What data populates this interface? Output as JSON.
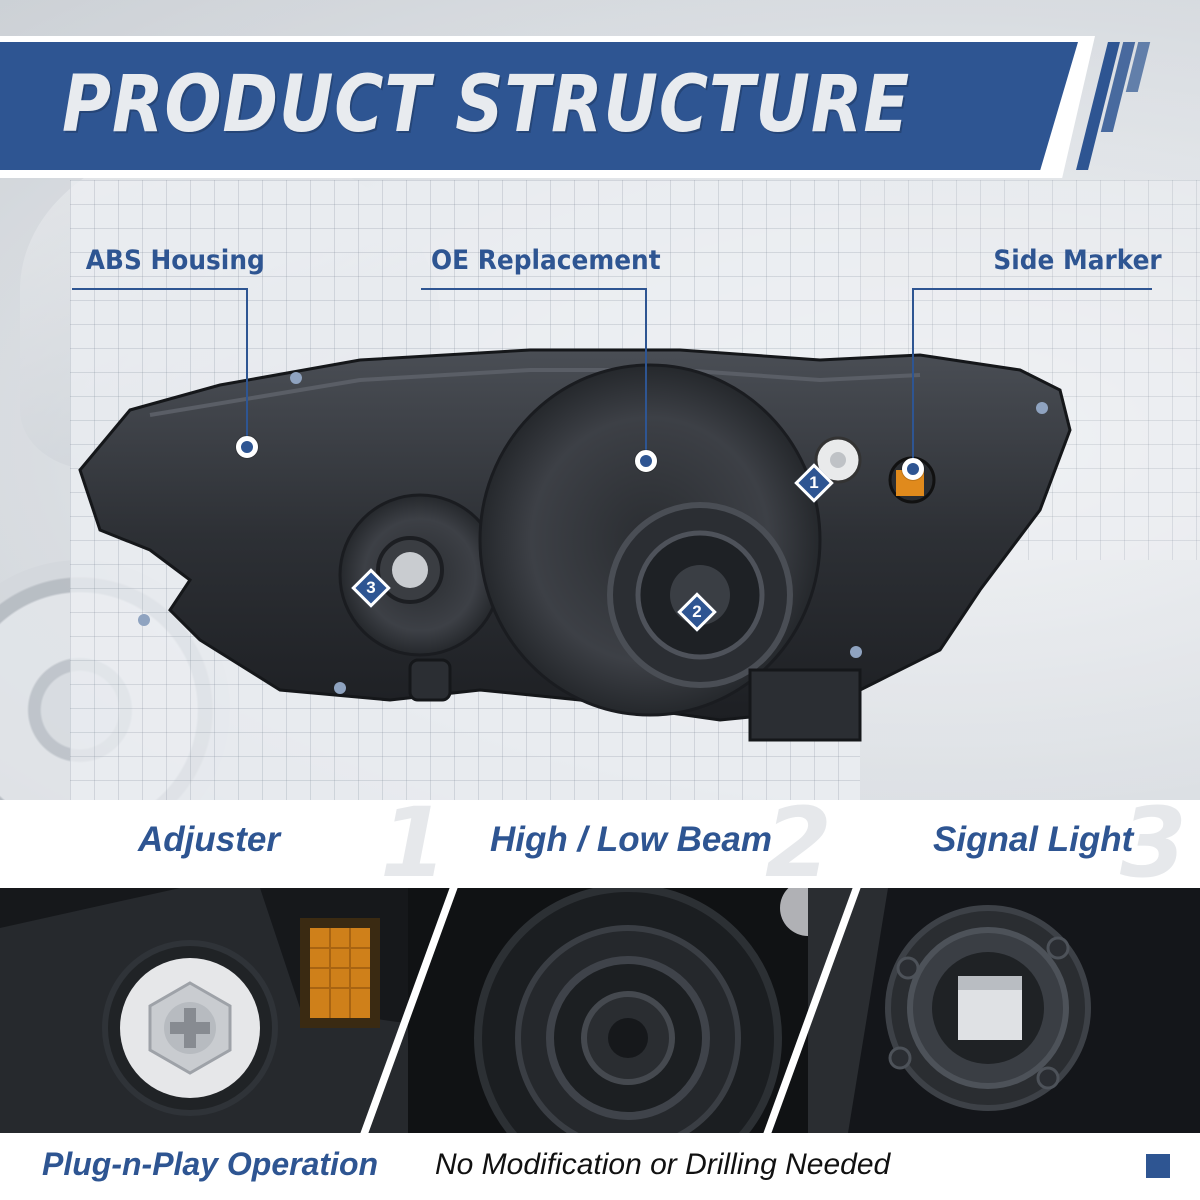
{
  "banner": {
    "title": "PRODUCT STRUCTURE"
  },
  "callouts": {
    "abs_housing": "ABS Housing",
    "oe_replacement": "OE Replacement",
    "side_marker": "Side Marker"
  },
  "markers": [
    "1",
    "2",
    "3"
  ],
  "features": [
    {
      "label": "Adjuster",
      "number": "1"
    },
    {
      "label": "High / Low Beam",
      "number": "2"
    },
    {
      "label": "Signal Light",
      "number": "3"
    }
  ],
  "footer": {
    "highlight": "Plug-n-Play Operation",
    "text": "No Modification or Drilling Needed"
  },
  "colors": {
    "brand_blue": "#2e5592",
    "amber": "#e08a1c"
  }
}
